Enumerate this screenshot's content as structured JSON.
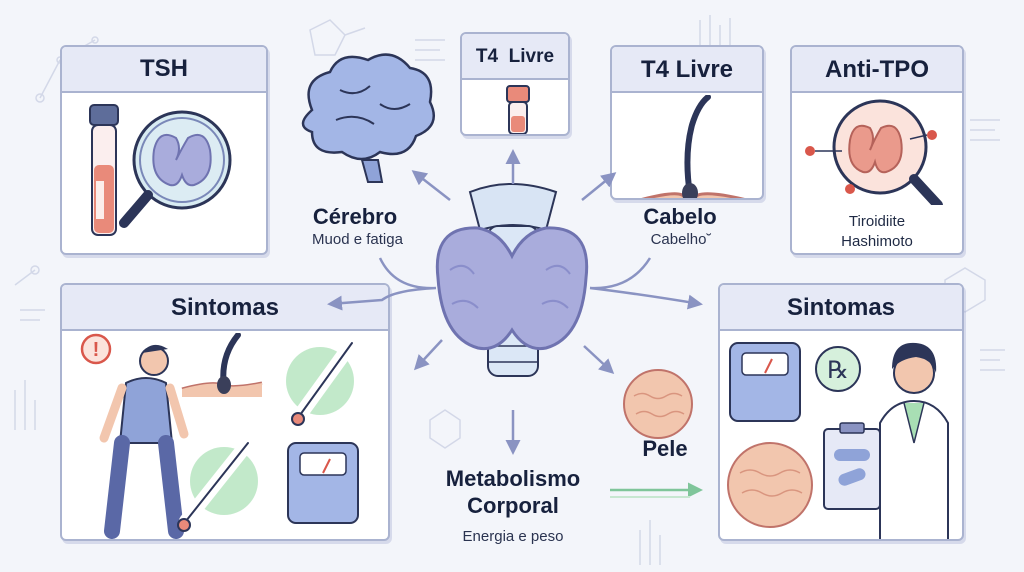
{
  "cards": {
    "tsh": {
      "title": "TSH"
    },
    "t4_small": {
      "title": "T4  Livre"
    },
    "t4_large": {
      "title": "T4 Livre"
    },
    "anti_tpo": {
      "title": "Anti-TPO",
      "caption_line1": "Tiroidiite",
      "caption_line2": "Hashimoto"
    },
    "sintomas_left": {
      "title": "Sintomas"
    },
    "sintomas_right": {
      "title": "Sintomas"
    }
  },
  "labels": {
    "cerebro": {
      "title": "Cérebro",
      "subtitle": "Muod e fatiga"
    },
    "cabelo": {
      "title": "Cabelo",
      "subtitle": "Cabelho˘"
    },
    "pele": {
      "title": "Pele"
    },
    "metabolismo": {
      "title_line1": "Metabolismo",
      "title_line2": "Corporal",
      "subtitle": "Energia e peso"
    }
  },
  "colors": {
    "card_border": "#aab3d0",
    "card_header": "#e6e9f6",
    "thyroid": "#a9acdc",
    "arrow": "#8a93c2",
    "blood": "#e98a7a",
    "green_accent": "#a8dfb4",
    "skin": "#f2c6ae"
  },
  "icons": [
    "blood-tube-icon",
    "magnifier-icon",
    "brain-icon",
    "thyroid-gland-icon",
    "hair-follicle-icon",
    "thermometer-icon",
    "scale-icon",
    "rx-icon",
    "doctor-icon",
    "skin-icon",
    "alert-icon",
    "fatigued-person-icon"
  ]
}
